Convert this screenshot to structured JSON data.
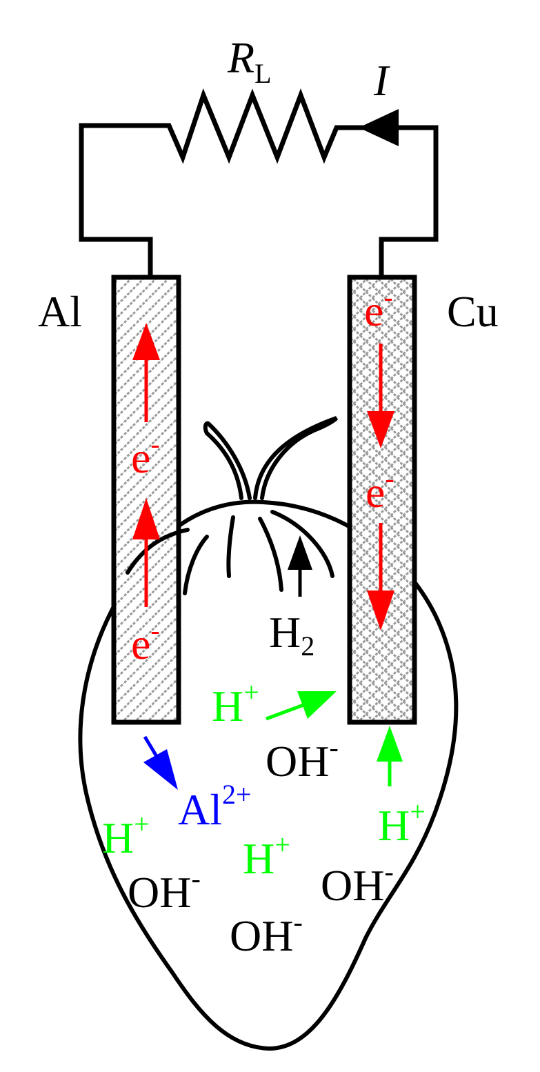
{
  "labels": {
    "resistor_main": "R",
    "resistor_sub": "L",
    "current": "I",
    "electrode_left": "Al",
    "electrode_right": "Cu",
    "hydrogen_main": "H",
    "hydrogen_sub": "2"
  },
  "ions": {
    "electron_main": "e",
    "electron_sup": "-",
    "proton_main": "H",
    "proton_sup": "+",
    "hydroxide_main": "OH",
    "hydroxide_sup": "-",
    "aluminium_main": "Al",
    "aluminium_sup": "2+"
  },
  "colors": {
    "electron": "#ff0000",
    "proton": "#00ff00",
    "aluminium_ion": "#0000ff",
    "stroke": "#000000"
  }
}
